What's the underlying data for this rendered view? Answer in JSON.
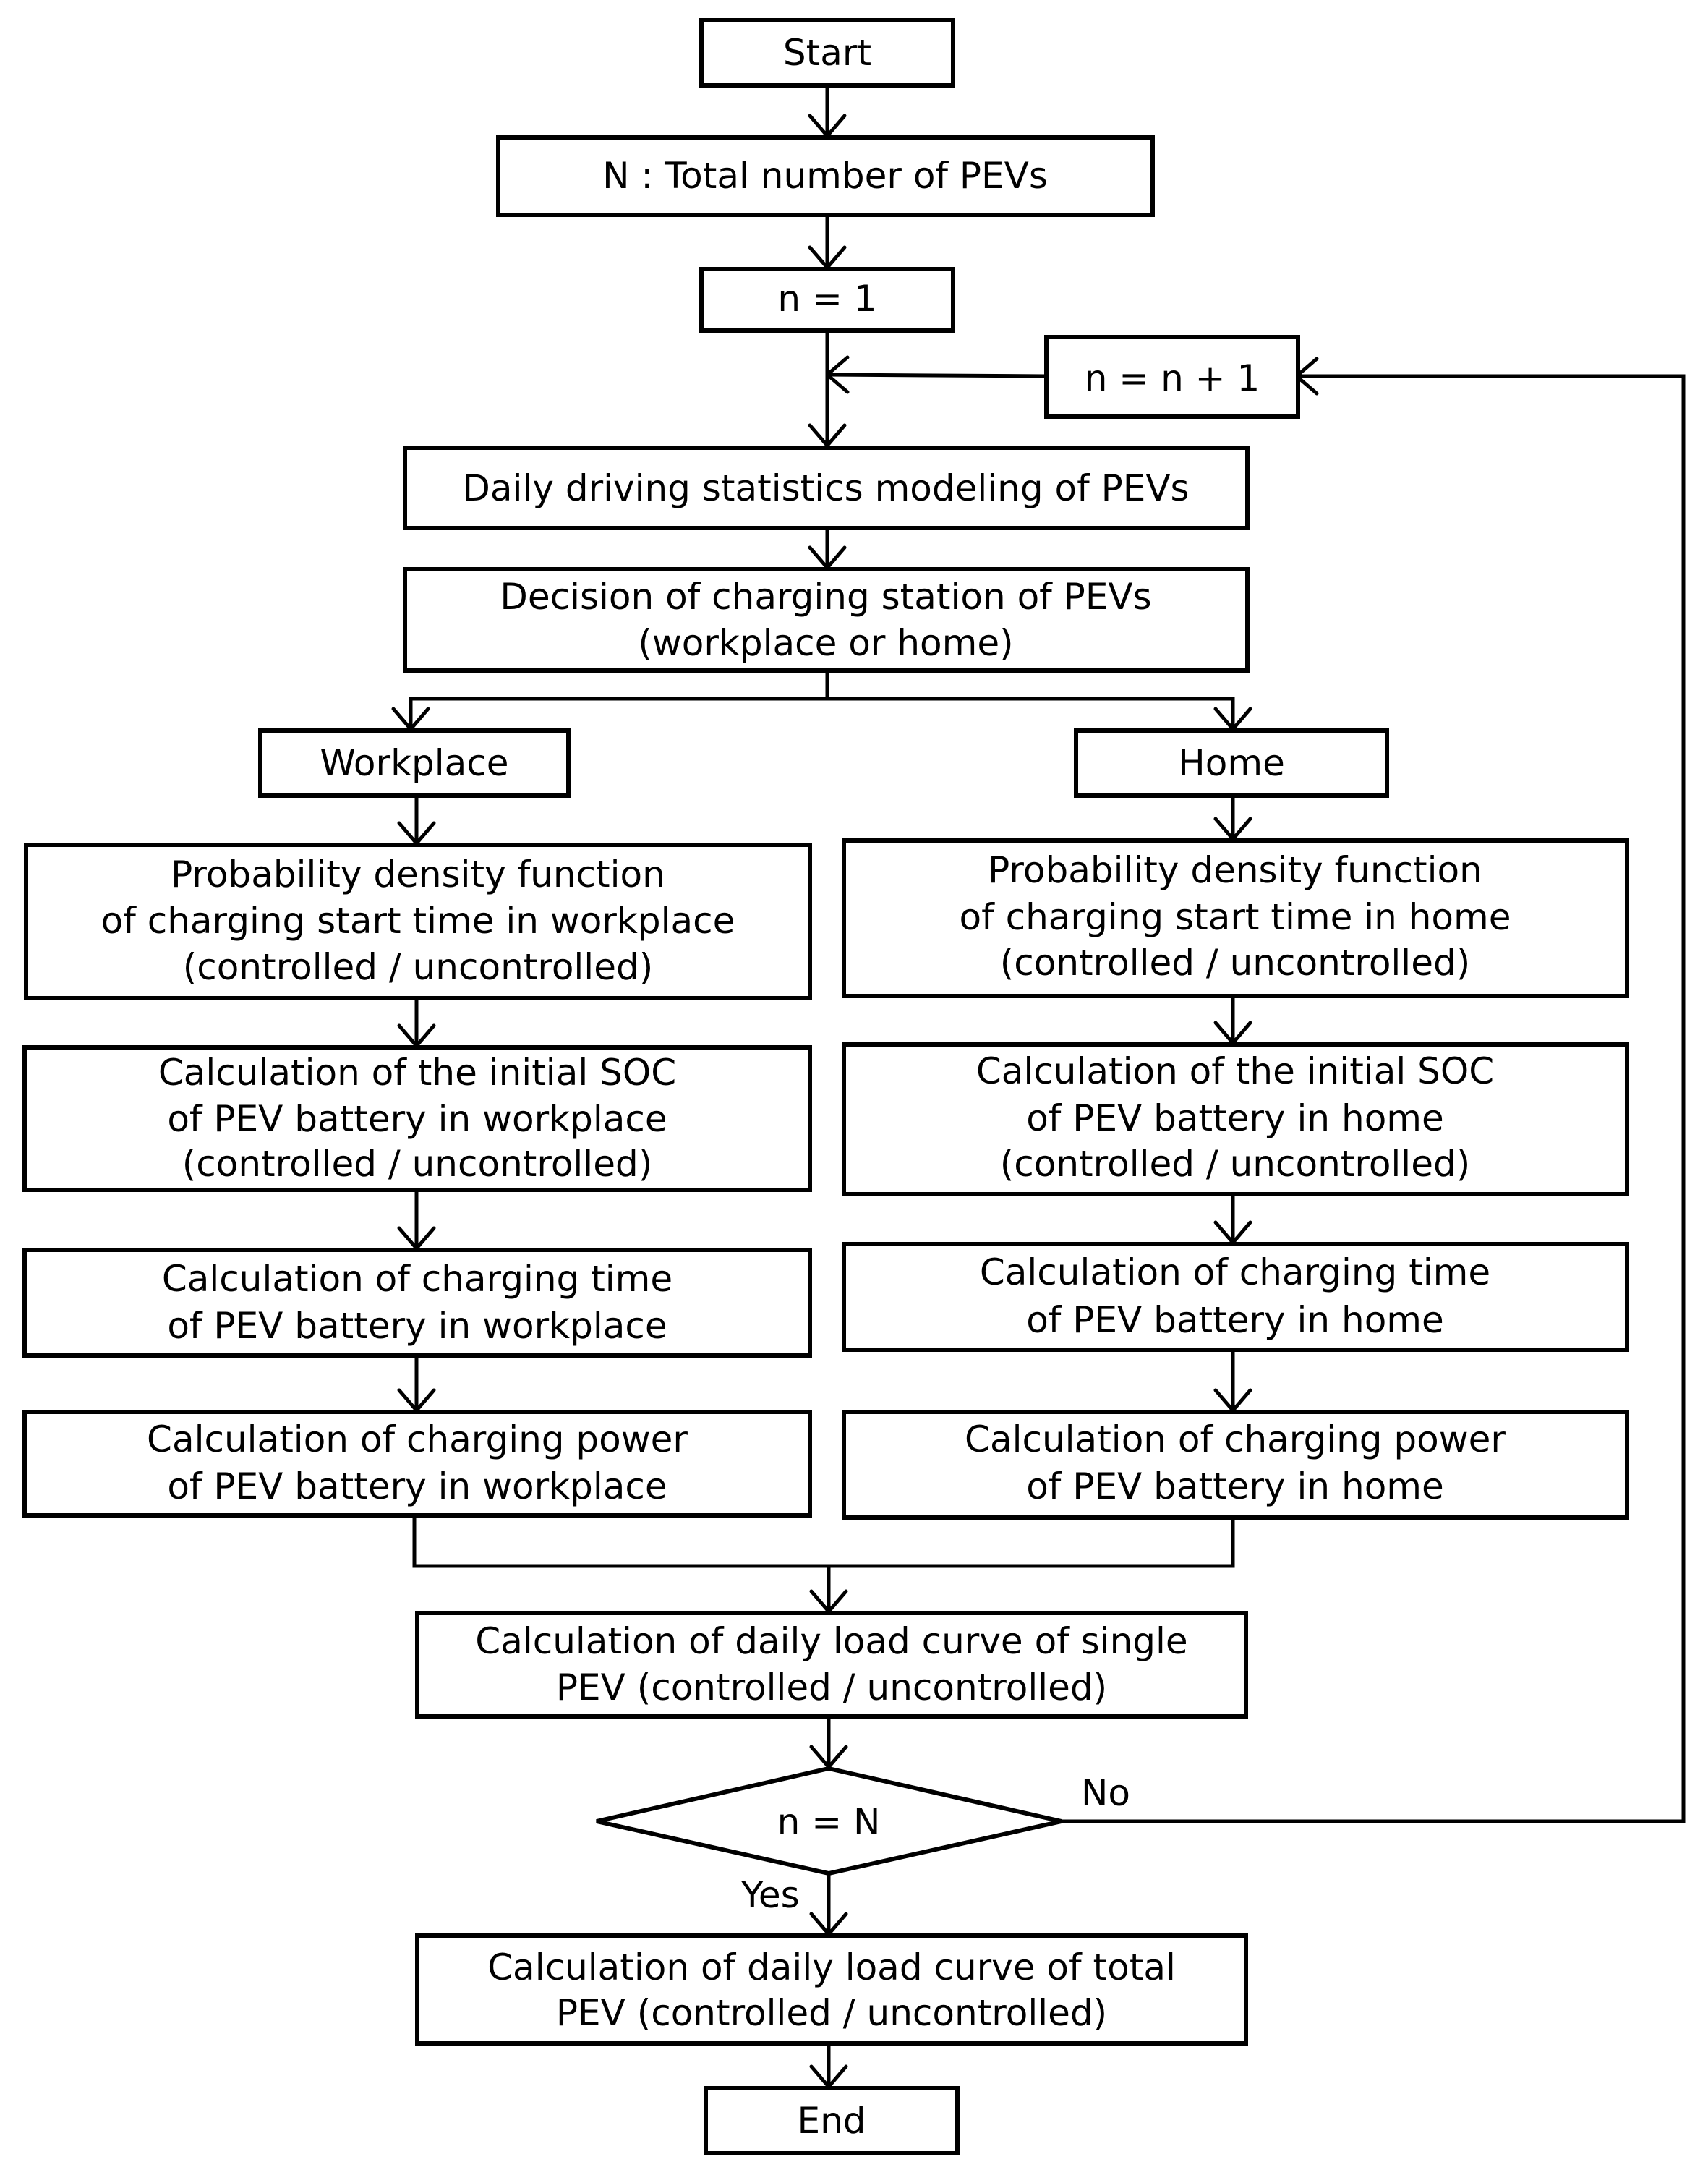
{
  "nodes": {
    "start": "Start",
    "total": "N : Total number of PEVs",
    "init": "n = 1",
    "increment": "n = n + 1",
    "driving": "Daily driving statistics modeling of PEVs",
    "decision": [
      "Decision of charging station of PEVs",
      "(workplace or home)"
    ],
    "workplace": "Workplace",
    "home": "Home",
    "w_pdf": [
      "Probability density function",
      "of charging start time in workplace",
      "(controlled / uncontrolled)"
    ],
    "h_pdf": [
      "Probability density function",
      "of charging start time in home",
      "(controlled / uncontrolled)"
    ],
    "w_soc": [
      "Calculation of the initial SOC",
      "of PEV battery in workplace",
      "(controlled / uncontrolled)"
    ],
    "h_soc": [
      "Calculation of the initial SOC",
      "of PEV battery in home",
      "(controlled / uncontrolled)"
    ],
    "w_time": [
      "Calculation of charging time",
      "of PEV battery in workplace"
    ],
    "h_time": [
      "Calculation of charging time",
      "of PEV battery in home"
    ],
    "w_power": [
      "Calculation of charging power",
      "of PEV battery in workplace"
    ],
    "h_power": [
      "Calculation of charging power",
      "of PEV battery in home"
    ],
    "single": [
      "Calculation of daily load curve of single",
      "PEV (controlled / uncontrolled)"
    ],
    "check": "n = N",
    "total_curve": [
      "Calculation of daily load curve of total",
      "PEV (controlled / uncontrolled)"
    ],
    "end": "End"
  },
  "labels": {
    "no": "No",
    "yes": "Yes"
  }
}
